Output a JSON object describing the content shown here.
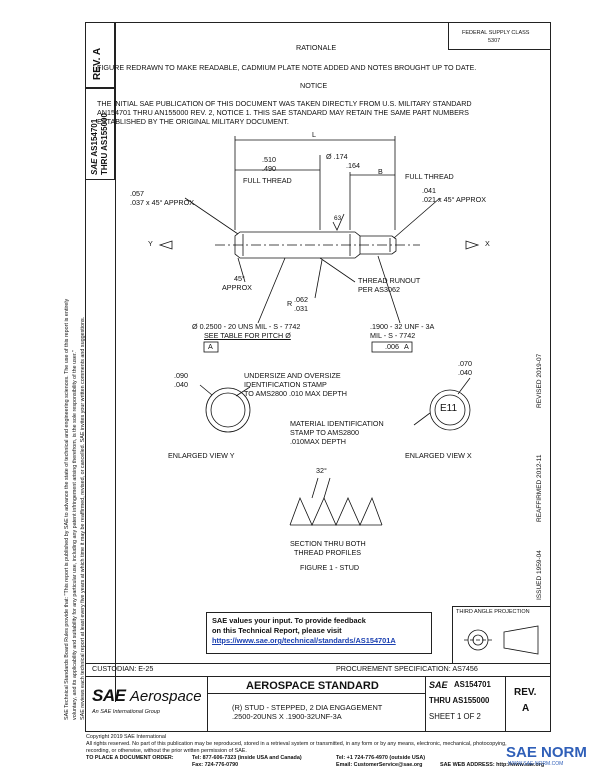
{
  "left_margin": {
    "line1": "SAE Technical Standards Board Rules provide that: \"This report is published by SAE to advance the state of technical and engineering sciences. The use of this report is entirely",
    "line2": "voluntary, and its applicability and suitability for any particular use, including any patent infringement arising therefrom, is the sole responsibility of the user.\"",
    "line3": "SAE reviews each technical report at least every five years at which time it may be reaffirmed, revised, or cancelled. SAE invites your written comments and suggestions."
  },
  "rev_box": {
    "label": "REV.",
    "value": "A"
  },
  "doc_id_vertical": {
    "prefix": "SAE",
    "line1": "AS154701",
    "line2": "THRU AS155000"
  },
  "fsc_box": {
    "line1": "FEDERAL SUPPLY CLASS",
    "line2": "5307"
  },
  "rationale": {
    "heading": "RATIONALE",
    "text": "FIGURE REDRAWN TO MAKE READABLE, CADMIUM PLATE NOTE ADDED AND NOTES BROUGHT UP TO DATE."
  },
  "notice": {
    "heading": "NOTICE",
    "lines": [
      "THE INITIAL SAE PUBLICATION OF THIS DOCUMENT WAS TAKEN DIRECTLY FROM U.S. MILITARY STANDARD",
      "AN154701 THRU AN155000 REV. 2, NOTICE 1. THIS SAE STANDARD MAY RETAIN THE SAME PART NUMBERS",
      "ESTABLISHED BY THE ORIGINAL MILITARY DOCUMENT."
    ]
  },
  "drawing": {
    "dim_L": "L",
    "dim_510": ".510",
    "dim_490": ".490",
    "dim_dia_174": "Ø .174",
    "dim_164": ".164",
    "dim_B": "B",
    "full_thread_left": "FULL THREAD",
    "full_thread_right": "FULL THREAD",
    "chamfer_left_1": ".057",
    "chamfer_left_2": ".037 x 45° APPROX",
    "chamfer_right_1": ".041",
    "chamfer_right_2": ".021 x 45° APPROX",
    "surface_mark": "63",
    "view_y": "Y",
    "view_x": "X",
    "angle_45": "45°",
    "approx": "APPROX",
    "radius_r": "R",
    "radius_1": ".062",
    "radius_2": ".031",
    "thread_runout_1": "THREAD RUNOUT",
    "thread_runout_2": "PER AS3062",
    "callout_left_1": "Ø 0.2500 - 20 UNS MIL - S - 7742",
    "callout_left_2": "SEE TABLE FOR PITCH Ø",
    "callout_left_3": "A",
    "callout_right_1": ".1900 - 32 UNF - 3A",
    "callout_right_2": "MIL - S - 7742",
    "callout_right_3": ".006",
    "callout_right_4": "A",
    "view_y_dim1": ".090",
    "view_y_dim2": ".040",
    "undersize_1": "UNDERSIZE AND OVERSIZE",
    "undersize_2": "IDENTIFICATION STAMP",
    "undersize_3": "TO AMS2800 .010 MAX DEPTH",
    "view_x_dim1": ".070",
    "view_x_dim2": ".040",
    "ident_mark": "E11",
    "material_1": "MATERIAL IDENTIFICATION",
    "material_2": "STAMP TO AMS2800",
    "material_3": ".010MAX DEPTH",
    "enlarged_y": "ENLARGED VIEW Y",
    "enlarged_x": "ENLARGED VIEW X",
    "thread_angle": "32°",
    "section_1": "SECTION THRU BOTH",
    "section_2": "THREAD PROFILES",
    "figure_caption": "FIGURE 1 - STUD"
  },
  "right_margin": {
    "revised": "REVISED 2019-07",
    "reaffirmed": "REAFFIRMED 2012-11",
    "issued": "ISSUED 1959-04"
  },
  "feedback": {
    "line1": "SAE values your input. To provide feedback",
    "line2": "on this Technical Report, please visit",
    "url": "https://www.sae.org/technical/standards/AS154701A"
  },
  "projection_label": "THIRD ANGLE PROJECTION",
  "custodian": "CUSTODIAN: E-25",
  "procurement": "PROCUREMENT SPECIFICATION: AS7456",
  "title_block": {
    "logo_sae": "SAE",
    "logo_aerospace": "Aerospace",
    "logo_tagline": "An SAE International Group",
    "standard_heading": "AEROSPACE STANDARD",
    "title_line1": "(R) STUD - STEPPED, 2 DIA ENGAGEMENT",
    "title_line2": ".2500-20UNS X .1900-32UNF-3A",
    "doc_prefix": "SAE",
    "doc_line1": "AS154701",
    "doc_line2": "THRU AS155000",
    "sheet": "SHEET 1 OF 2",
    "rev_label": "REV.",
    "rev_value": "A"
  },
  "footer": {
    "copyright_1": "Copyright 2019 SAE International",
    "copyright_2": "All rights reserved. No part of this publication may be reproduced, stored in a retrieval system or transmitted, in any form or by any means, electronic, mechanical, photocopying,",
    "copyright_3": "recording, or otherwise, without the prior written permission of SAE.",
    "order_label": "TO PLACE A DOCUMENT ORDER:",
    "tel_1": "Tel: 877-606-7323 (inside USA and Canada)",
    "tel_2": "Tel: +1 724-776-4970 (outside USA)",
    "fax": "Fax: 724-776-0790",
    "email": "Email: CustomerService@sae.org",
    "web": "SAE WEB ADDRESS: http://www.sae.org"
  },
  "watermark": {
    "main": "SAE NORM",
    "sub": "WWW.SAE-NORM.COM"
  }
}
